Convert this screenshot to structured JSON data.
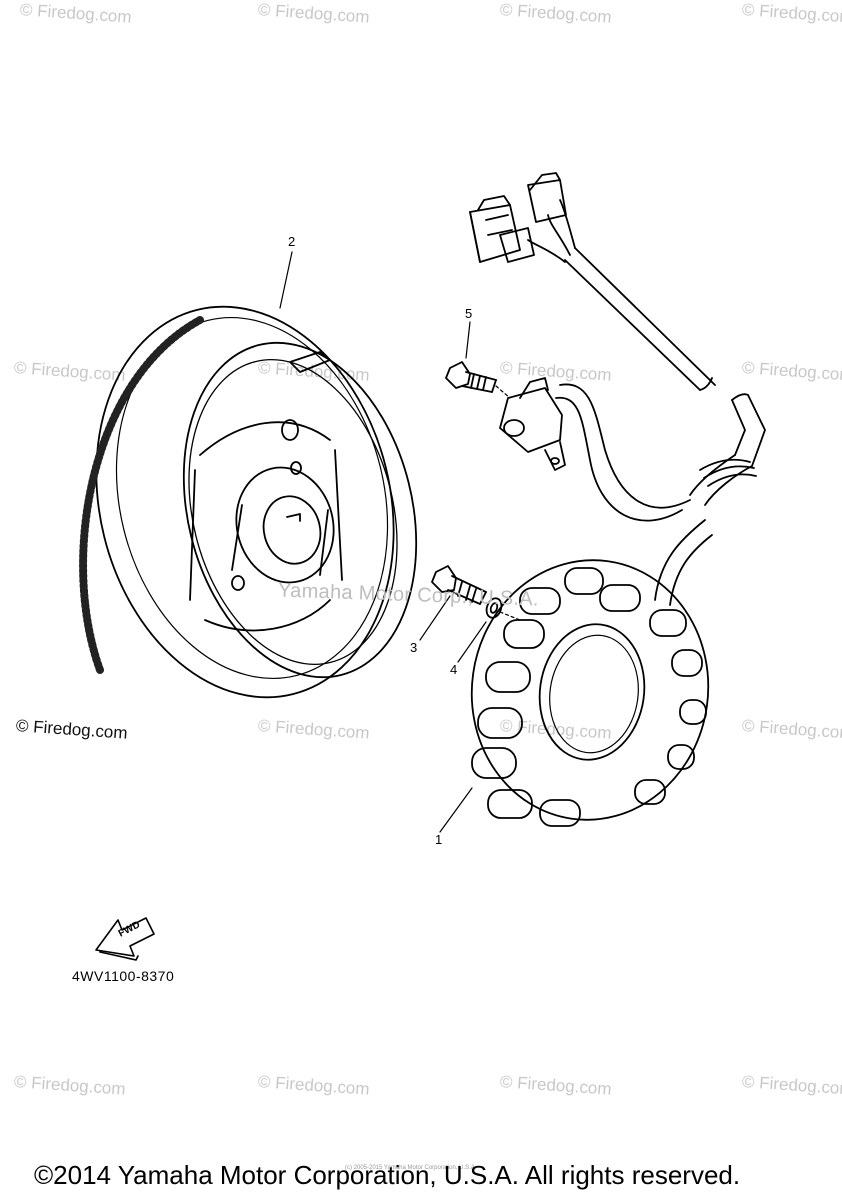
{
  "watermarks": {
    "firedog": "© Firedog.com",
    "center": "Yamaha Motor Corp., U.S.A."
  },
  "callouts": {
    "c1": "1",
    "c2": "2",
    "c3": "3",
    "c4": "4",
    "c5": "5"
  },
  "fwd_label": "FWD",
  "part_code": "4WV1100-8370",
  "tiny_notice": "(c) 2005-2015 Yamaha Motor Corporation, U.S.A.",
  "copyright": "©2014 Yamaha Motor Corporation, U.S.A. All rights reserved."
}
